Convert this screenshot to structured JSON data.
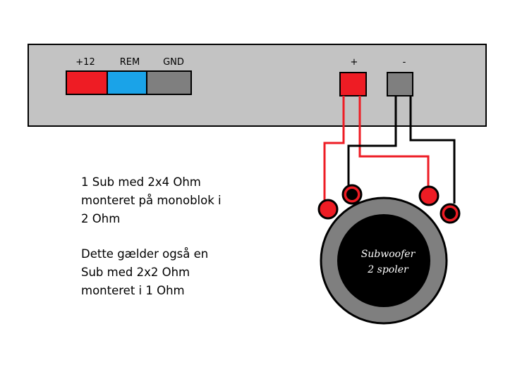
{
  "amplifier": {
    "terminals": [
      {
        "label": "+12",
        "color": "#ee1c24"
      },
      {
        "label": "REM",
        "color": "#1aa3e8"
      },
      {
        "label": "GND",
        "color": "#7f7f7f"
      }
    ],
    "speaker_terminals": [
      {
        "label": "+",
        "color": "#ee1c24"
      },
      {
        "label": "-",
        "color": "#7f7f7f"
      }
    ]
  },
  "notes": {
    "block1": [
      "1 Sub med 2x4 Ohm",
      "monteret på monoblok i",
      "2 Ohm"
    ],
    "block2": [
      "Dette gælder også en",
      "Sub med 2x2 Ohm",
      "monteret i 1 Ohm"
    ]
  },
  "subwoofer": {
    "line1": "Subwoofer",
    "line2": "2 spoler"
  },
  "colors": {
    "amp_body": "#c3c3c3",
    "positive_wire": "#ee1c24",
    "negative_wire": "#000000",
    "woofer_surround": "#7f7f7f",
    "woofer_cone": "#000000"
  }
}
